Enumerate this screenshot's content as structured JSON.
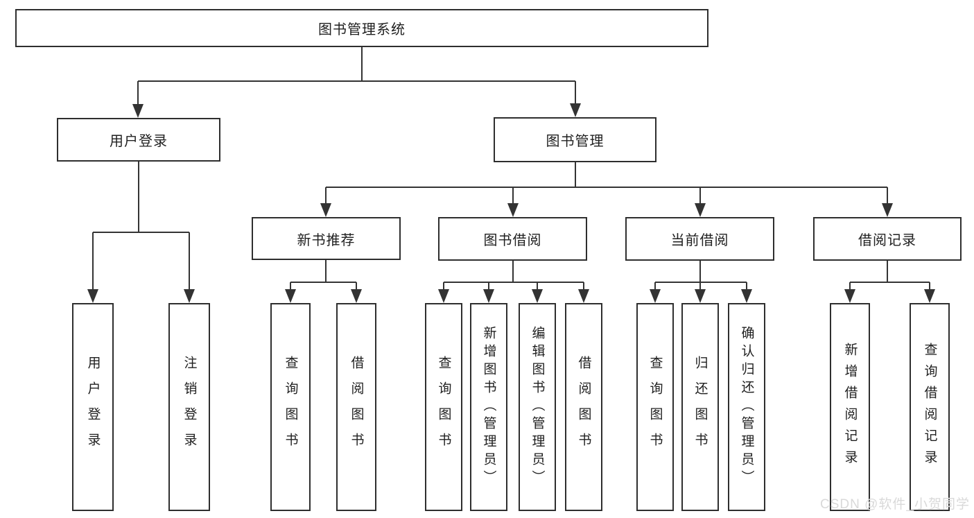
{
  "watermark": {
    "text": "CSDN @软件_小贺同学",
    "color": "#d9d9d9"
  },
  "colors": {
    "background": "#ffffff",
    "line": "#333333",
    "box_border": "#2e2e2e",
    "text": "#1f1f1f"
  },
  "tree": {
    "root": {
      "label": "图书管理系统"
    },
    "branches": [
      {
        "label": "用户登录",
        "children": [
          {
            "label": "用户登录"
          },
          {
            "label": "注销登录"
          }
        ]
      },
      {
        "label": "图书管理",
        "children": [
          {
            "label": "新书推荐",
            "children": [
              {
                "label": "查询图书"
              },
              {
                "label": "借阅图书"
              }
            ]
          },
          {
            "label": "图书借阅",
            "children": [
              {
                "label": "查询图书"
              },
              {
                "label": "新增图书（管理员）"
              },
              {
                "label": "编辑图书（管理员）"
              },
              {
                "label": "借阅图书"
              }
            ]
          },
          {
            "label": "当前借阅",
            "children": [
              {
                "label": "查询图书"
              },
              {
                "label": "归还图书"
              },
              {
                "label": "确认归还（管理员）"
              }
            ]
          },
          {
            "label": "借阅记录",
            "children": [
              {
                "label": "新增借阅记录"
              },
              {
                "label": "查询借阅记录"
              }
            ]
          }
        ]
      }
    ]
  }
}
